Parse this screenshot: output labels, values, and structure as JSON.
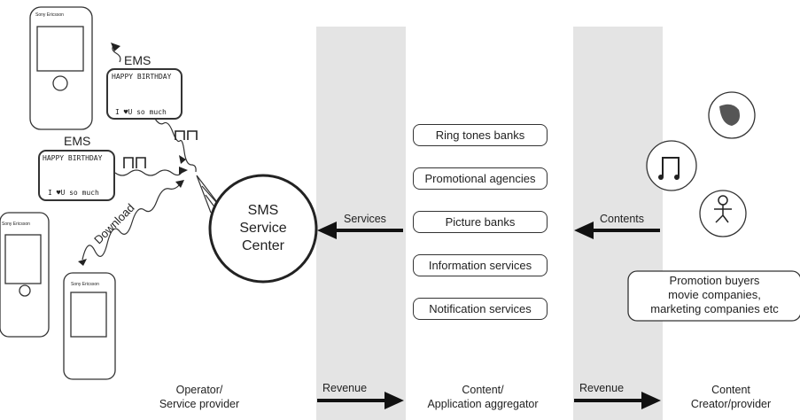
{
  "operator": {
    "ems_top": "EMS",
    "ems_left": "EMS",
    "card_title": "HAPPY BIRTHDAY",
    "card_message": "I ♥U so much",
    "download": "Download",
    "phone_brand": "Sony Ericsson",
    "sms_center": [
      "SMS",
      "Service",
      "Center"
    ],
    "caption": [
      "Operator/",
      "Service provider"
    ]
  },
  "flows": {
    "services": "Services",
    "contents": "Contents",
    "revenue_1": "Revenue",
    "revenue_2": "Revenue"
  },
  "aggregator": {
    "items": [
      "Ring tones banks",
      "Promotional agencies",
      "Picture banks",
      "Information services",
      "Notification services"
    ],
    "caption": [
      "Content/",
      "Application aggregator"
    ]
  },
  "creator": {
    "buyers": [
      "Promotion buyers",
      "movie companies,",
      "marketing companies etc"
    ],
    "caption": [
      "Content",
      "Creator/provider"
    ]
  },
  "colors": {
    "band": "#e4e4e4",
    "ink": "#222222"
  }
}
